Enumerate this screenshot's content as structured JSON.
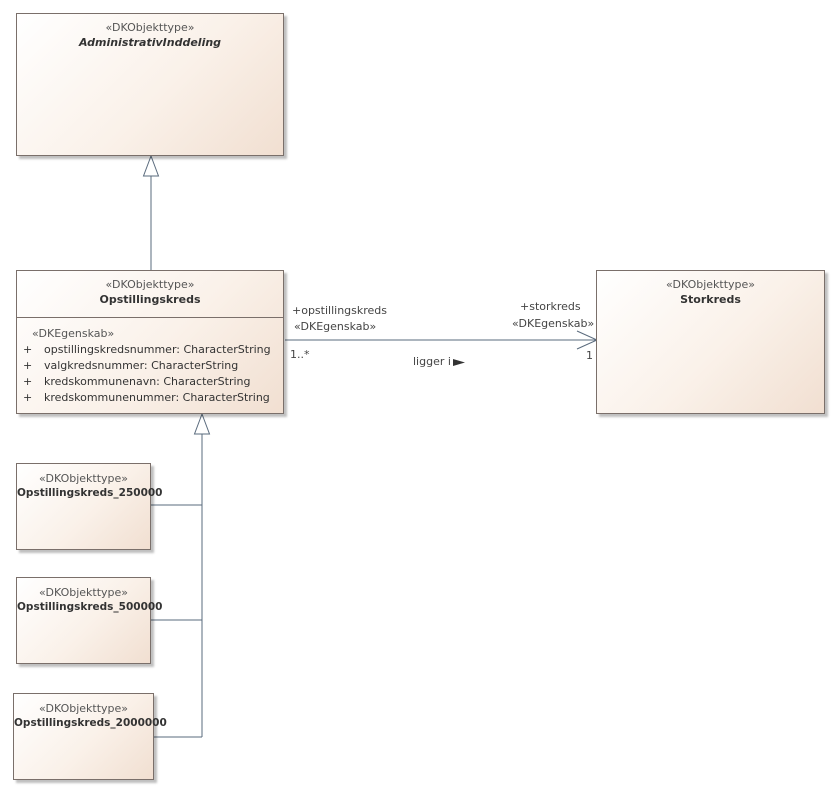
{
  "classes": {
    "administrativ": {
      "stereotype": "«DKObjekttype»",
      "name": "AdministrativInddeling"
    },
    "opstillingskreds": {
      "stereotype": "«DKObjekttype»",
      "name": "Opstillingskreds",
      "attr_stereotype": "«DKEgenskab»",
      "attributes": [
        {
          "visibility": "+",
          "text": "opstillingskredsnummer: CharacterString"
        },
        {
          "visibility": "+",
          "text": "valgkredsnummer: CharacterString"
        },
        {
          "visibility": "+",
          "text": "kredskommunenavn: CharacterString"
        },
        {
          "visibility": "+",
          "text": "kredskommunenummer: CharacterString"
        }
      ]
    },
    "storkreds": {
      "stereotype": "«DKObjekttype»",
      "name": "Storkreds"
    },
    "opst_250000": {
      "stereotype": "«DKObjekttype»",
      "name": "Opstillingskreds_250000"
    },
    "opst_500000": {
      "stereotype": "«DKObjekttype»",
      "name": "Opstillingskreds_500000"
    },
    "opst_2000000": {
      "stereotype": "«DKObjekttype»",
      "name": "Opstillingskreds_2000000"
    }
  },
  "association": {
    "source_role": "+opstillingskreds",
    "source_stereotype": "«DKEgenskab»",
    "source_multiplicity": "1..*",
    "target_role": "+storkreds",
    "target_stereotype": "«DKEgenskab»",
    "target_multiplicity": "1",
    "name": "ligger i"
  }
}
